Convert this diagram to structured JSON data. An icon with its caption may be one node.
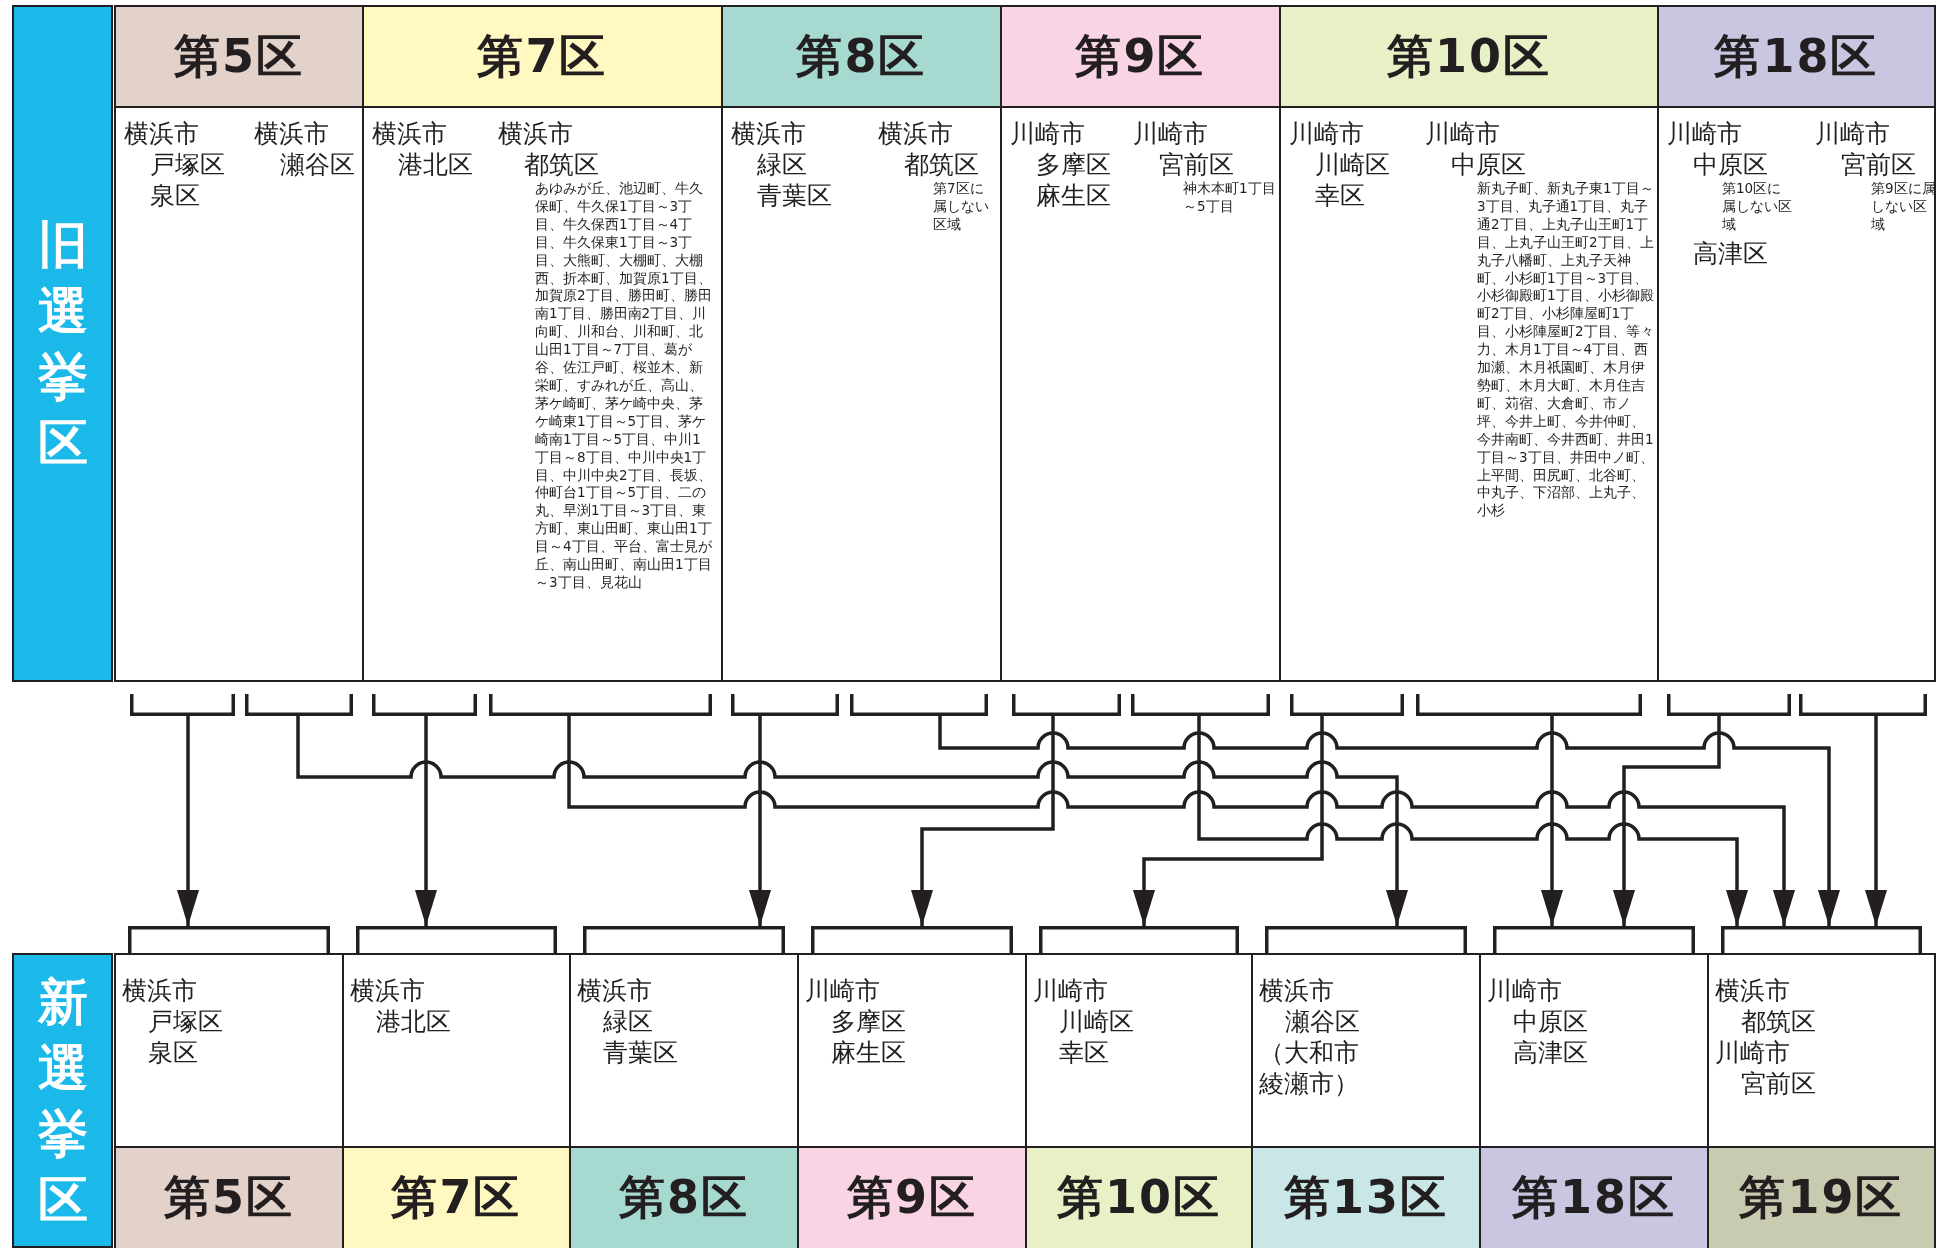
{
  "diagram": {
    "nodes": [
      {
        "text": [
          "旧選挙区"
        ]
      },
      {
        "text": [
          "第5区"
        ]
      },
      {
        "text": [
          "横浜市",
          "戸塚区",
          "泉区"
        ],
        "in": 1
      },
      {
        "text": [
          "横浜市",
          "瀬谷区"
        ],
        "in": 1
      },
      {
        "text": [
          "第7区"
        ]
      },
      {
        "text": [
          "横浜市",
          "港北区"
        ],
        "in": 4
      },
      {
        "text": [
          "横浜市",
          "都筑区",
          "あゆみが丘、池辺町、牛久保町、牛久保1丁目～3丁目、牛久保西1丁目～4丁目、牛久保東1丁目～3丁目、大熊町、大棚町、大棚西、折本町、加賀原1丁目、加賀原2丁目、勝田町、勝田南1丁目、勝田南2丁目、川向町、川和台、川和町、北山田1丁目～7丁目、葛が谷、佐江戸町、桜並木、新栄町、すみれが丘、高山、茅ケ崎町、茅ケ崎中央、茅ケ崎東1丁目～5丁目、茅ケ崎南1丁目～5丁目、中川1丁目～8丁目、中川中央1丁目、中川中央2丁目、長坂、仲町台1丁目～5丁目、二の丸、早渕1丁目～3丁目、東方町、東山田町、東山田1丁目～4丁目、平台、富士見が丘、南山田町、南山田1丁目～3丁目、見花山"
        ],
        "in": 4
      },
      {
        "text": [
          "第8区"
        ]
      },
      {
        "text": [
          "横浜市",
          "緑区",
          "青葉区"
        ],
        "in": 7
      },
      {
        "text": [
          "横浜市",
          "都筑区",
          "第7区に属しない区域"
        ],
        "in": 7
      },
      {
        "text": [
          "第9区"
        ]
      },
      {
        "text": [
          "川崎市",
          "多摩区",
          "麻生区"
        ],
        "in": 10
      },
      {
        "text": [
          "川崎市",
          "宮前区",
          "神木本町1丁目～5丁目"
        ],
        "in": 10
      },
      {
        "text": [
          "第10区"
        ]
      },
      {
        "text": [
          "川崎市",
          "川崎区",
          "幸区"
        ],
        "in": 13
      },
      {
        "text": [
          "川崎市",
          "中原区",
          "新丸子町、新丸子東1丁目～3丁目、丸子通1丁目、丸子通2丁目、上丸子山王町1丁目、上丸子山王町2丁目、上丸子八幡町、上丸子天神町、小杉町1丁目～3丁目、小杉御殿町1丁目、小杉御殿町2丁目、小杉陣屋町1丁目、小杉陣屋町2丁目、等々力、木月1丁目～4丁目、西加瀬、木月祇園町、木月伊勢町、木月大町、木月住吉町、苅宿、大倉町、市ノ坪、今井上町、今井仲町、今井南町、今井西町、井田1丁目～3丁目、井田中ノ町、上平間、田尻町、北谷町、中丸子、下沼部、上丸子、小杉"
        ],
        "in": 13
      },
      {
        "text": [
          "第18区"
        ]
      },
      {
        "text": [
          "川崎市",
          "中原区",
          "第10区に属しない区域",
          "高津区"
        ],
        "in": 16
      },
      {
        "text": [
          "川崎市",
          "宮前区",
          "第9区に属しない区域"
        ],
        "in": 16
      },
      {
        "text": [
          "新選挙区"
        ]
      },
      {
        "text": [
          "横浜市",
          "戸塚区",
          "泉区",
          "第5区"
        ]
      },
      {
        "text": [
          "横浜市",
          "港北区",
          "第7区"
        ]
      },
      {
        "text": [
          "横浜市",
          "緑区",
          "青葉区",
          "第8区"
        ]
      },
      {
        "text": [
          "川崎市",
          "多摩区",
          "麻生区",
          "第9区"
        ]
      },
      {
        "text": [
          "川崎市",
          "川崎区",
          "幸区",
          "第10区"
        ]
      },
      {
        "text": [
          "横浜市",
          "瀬谷区",
          "（大和市綾瀬市）",
          "第13区"
        ]
      },
      {
        "text": [
          "川崎市",
          "中原区",
          "高津区",
          "第18区"
        ]
      },
      {
        "text": [
          "横浜市",
          "都筑区",
          "川崎市",
          "宮前区",
          "第19区"
        ]
      }
    ],
    "edges": [
      {
        "from": 2,
        "to": 20,
        "arrow": "to"
      },
      {
        "from": 3,
        "to": 25,
        "arrow": "to"
      },
      {
        "from": 5,
        "to": 21,
        "arrow": "to"
      },
      {
        "from": 6,
        "to": 27,
        "arrow": "to"
      },
      {
        "from": 8,
        "to": 22,
        "arrow": "to"
      },
      {
        "from": 9,
        "to": 27,
        "arrow": "to"
      },
      {
        "from": 11,
        "to": 23,
        "arrow": "to"
      },
      {
        "from": 12,
        "to": 27,
        "arrow": "to"
      },
      {
        "from": 14,
        "to": 24,
        "arrow": "to"
      },
      {
        "from": 15,
        "to": 26,
        "arrow": "to"
      },
      {
        "from": 17,
        "to": 26,
        "arrow": "to"
      },
      {
        "from": 18,
        "to": 27,
        "arrow": "to"
      }
    ]
  }
}
